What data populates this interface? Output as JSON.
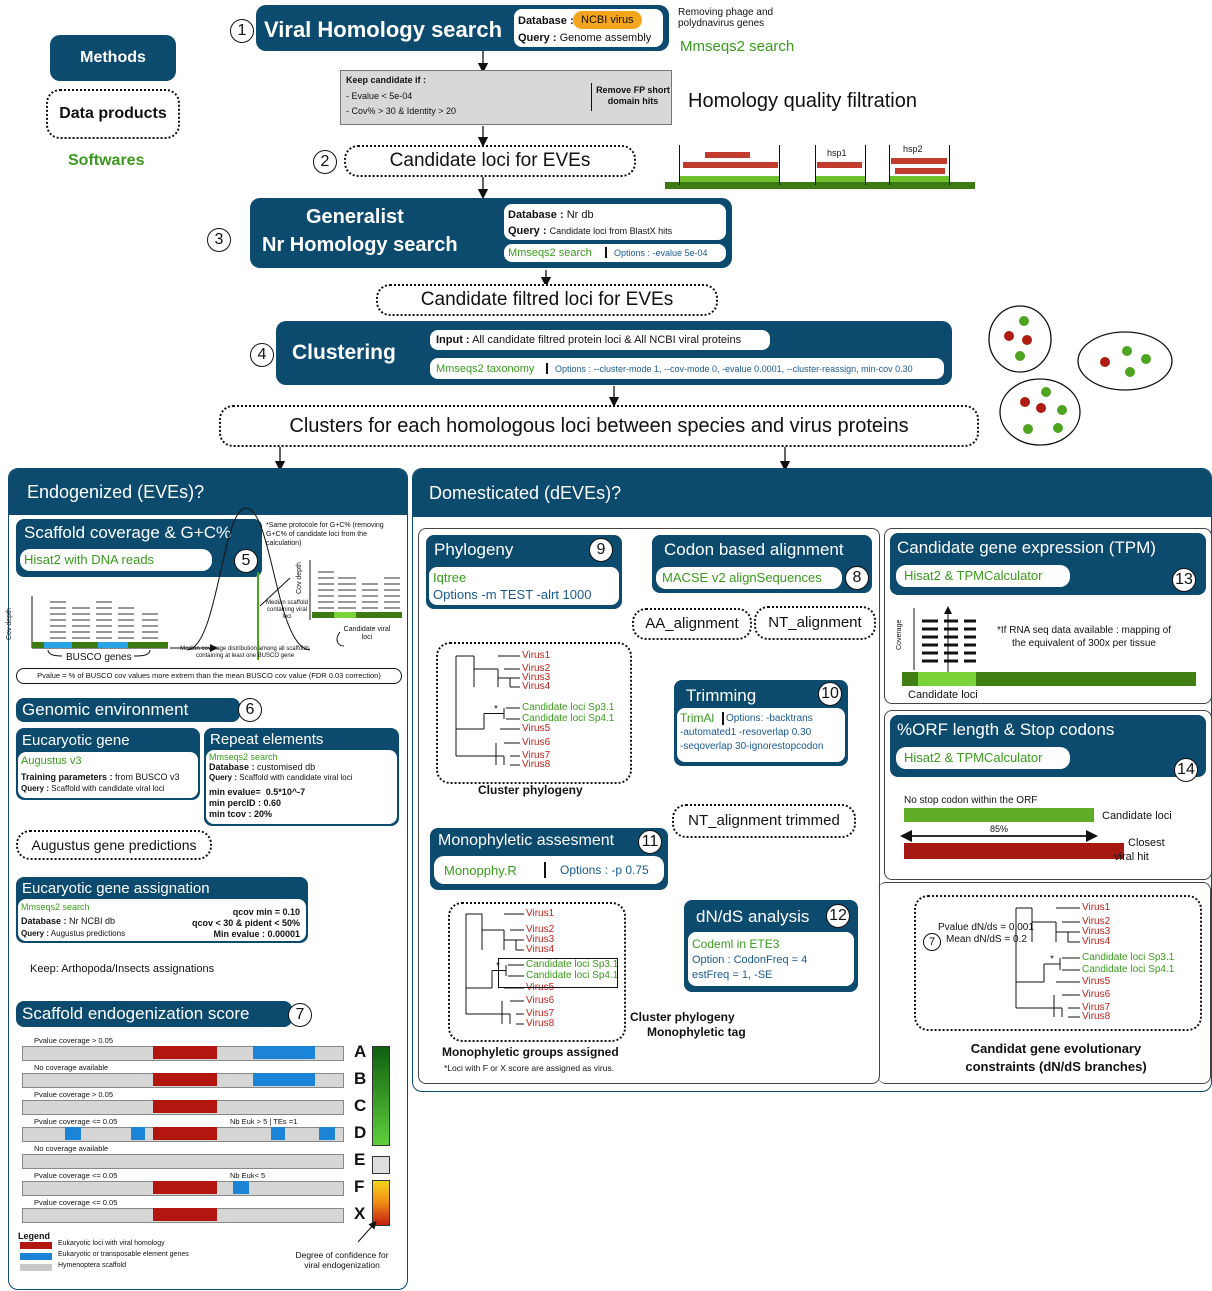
{
  "legend_side": {
    "methods": "Methods",
    "data_products": "Data products",
    "softwares": "Softwares"
  },
  "step1": {
    "num": "1",
    "title": "Viral Homology search",
    "db_label": "Database :",
    "db_value": "NCBI virus",
    "query_label": "Query :",
    "query_value": "Genome assembly",
    "note": "Removing phage and polydnavirus genes",
    "tool": "Mmseqs2 search"
  },
  "filter": {
    "title": "Keep candidate if :",
    "c1": "- Evalue < 5e-04",
    "c2": "- Cov% > 30 & Identity > 20",
    "remove": "Remove FP short domain hits",
    "label": "Homology quality filtration"
  },
  "step2": {
    "num": "2",
    "label": "Candidate loci for EVEs",
    "hsp1": "hsp1",
    "hsp2": "hsp2"
  },
  "step3": {
    "num": "3",
    "title1": "Generalist",
    "title2": "Nr Homology search",
    "db_label": "Database :",
    "db_value": "Nr db",
    "query_label": "Query :",
    "query_value": "Candidate loci from BlastX hits",
    "tool": "Mmseqs2 search",
    "options": "Options : -evalue 5e-04"
  },
  "filtred": {
    "label": "Candidate filtred loci for EVEs"
  },
  "step4": {
    "num": "4",
    "title": "Clustering",
    "input_label": "Input :",
    "input_value": "All candidate filtred protein loci & All NCBI viral proteins",
    "tool": "Mmseqs2 taxonomy",
    "options": "Options : --cluster-mode 1, --cov-mode 0, -evalue 0.0001, --cluster-reassign, min-cov 0.30"
  },
  "clusters": {
    "label": "Clusters for each homologous loci between species and virus proteins"
  },
  "endo": {
    "header": "Endogenized (EVEs)?",
    "scaffold": {
      "title": "Scaffold coverage & G+C%",
      "tool": "Hisat2 with DNA reads",
      "num": "5",
      "note": "*Same protocole for G+C% (removing G+C% of candidate loci from the calculation)",
      "cov_depth": "Cov depth",
      "busco": "BUSCO genes",
      "median": "Median scaffold containing viral loci",
      "dist": "Median coverage distribution among all scaffolds containing at least one BUSCO gene",
      "candidate": "Candidate viral loci",
      "pvalue": "Pvalue = % of BUSCO cov values more extrem than the mean BUSCO cov value (FDR 0.03 correction)"
    },
    "genomic": {
      "title": "Genomic environment",
      "num": "6"
    },
    "euk": {
      "title": "Eucaryotic gene",
      "tool": "Augustus v3",
      "tp_label": "Training parameters :",
      "tp_value": "from BUSCO v3",
      "q_label": "Query :",
      "q_value": "Scaffold with candidate viral loci"
    },
    "rep": {
      "title": "Repeat elements",
      "tool": "Mmseqs2 search",
      "db_label": "Database :",
      "db_value": "customised db",
      "q_label": "Query :",
      "q_value": "Scaffold with candidate viral loci",
      "p1": "min evalue=",
      "p1v": "0.5*10^-7",
      "p2": "min percID : 0.60",
      "p3": "min tcov : 20%"
    },
    "aug_pred": "Augustus gene predictions",
    "assign": {
      "title": "Eucaryotic gene assignation",
      "tool": "Mmseqs2 search",
      "db_label": "Database :",
      "db_value": "Nr NCBI db",
      "q_label": "Query :",
      "q_value": "Augustus predictions",
      "c1": "qcov min = 0.10",
      "c2": "qcov < 30 & pident < 50%",
      "c3": "Min evalue : 0.00001"
    },
    "keep": "Keep: Arthopoda/Insects assignations",
    "score": {
      "title": "Scaffold endogenization score",
      "num": "7",
      "rows": [
        {
          "label": "Pvalue coverage > 0.05",
          "letter": "A"
        },
        {
          "label": "No coverage available",
          "letter": "B"
        },
        {
          "label": "Pvalue coverage > 0.05",
          "letter": "C"
        },
        {
          "label": "Pvalue coverage <= 0.05",
          "letter": "D",
          "extra": "Nb Euk > 5 | TEs =1"
        },
        {
          "label": "No coverage available",
          "letter": "E"
        },
        {
          "label": "Pvalue coverage <= 0.05",
          "letter": "F",
          "extra": "Nb Euk< 5"
        },
        {
          "label": "Pvalue coverage <= 0.05",
          "letter": "X"
        }
      ],
      "legend_title": "Legend",
      "leg1": "Eukaryotic loci with viral homology",
      "leg2": "Eukaryotic or transposable element genes",
      "leg3": "Hymenoptera scaffold",
      "degree": "Degree of confidence for viral endogenization",
      "colors": {
        "red": "#b3160f",
        "blue": "#1b84d6",
        "grey": "#d6d6d6"
      }
    }
  },
  "dom": {
    "header": "Domesticated (dEVEs)?",
    "phylo": {
      "title": "Phylogeny",
      "num": "9",
      "tool": "Iqtree",
      "options": "Options -m TEST -alrt 1000",
      "caption": "Cluster phylogeny"
    },
    "codon": {
      "title": "Codon based alignment",
      "tool": "MACSE v2 alignSequences",
      "num": "8"
    },
    "aa": "AA_alignment",
    "nt": "NT_alignment",
    "trim": {
      "title": "Trimming",
      "num": "10",
      "tool": "TrimAl",
      "options1": "Options: -backtrans",
      "options2": "-automated1 -resoverlap 0.30",
      "options3": "-seqoverlap 30-ignorestopcodon"
    },
    "nt_trim": "NT_alignment trimmed",
    "mono": {
      "title": "Monophyletic assesment",
      "num": "11",
      "tool": "Monopphy.R",
      "options": "Options : -p 0.75",
      "caption": "Monophyletic groups assigned",
      "footnote": "*Loci with F or X score are assigned as virus.",
      "tag1": "Cluster phylogeny",
      "tag2": "Monophyletic tag"
    },
    "dnds": {
      "title": "dN/dS analysis",
      "num": "12",
      "tool": "Codeml in ETE3",
      "o1": "Option : CodonFreq = 4",
      "o2": "estFreq = 1,  -SE",
      "pv": "Pvalue dN/ds = 0.001",
      "mean": "Mean dN/dS = 0.2",
      "num7": "7",
      "caption1": "Candidat gene evolutionary",
      "caption2": "constraints (dN/dS branches)"
    },
    "expr": {
      "title": "Candidate gene expression (TPM)",
      "tool": "Hisat2 & TPMCalculator",
      "num": "13",
      "note": "*If RNA seq data available : mapping of the equivalent of 300x per tissue",
      "coverage": "Coverage",
      "cand": "Candidate loci"
    },
    "orf": {
      "title": "%ORF length & Stop codons",
      "tool": "Hisat2 & TPMCalculator",
      "num": "14",
      "nostop": "No stop codon within the ORF",
      "cand": "Candidate loci",
      "pct": "85%",
      "closest1": "Closest",
      "closest2": "viral hit"
    }
  },
  "tree_leaves": [
    "Virus1",
    "Virus2",
    "Virus3",
    "Virus4",
    "Candidate loci Sp3.1",
    "Candidate loci Sp4.1",
    "Virus5",
    "Virus6",
    "Virus7",
    "Virus8"
  ],
  "star": "*"
}
